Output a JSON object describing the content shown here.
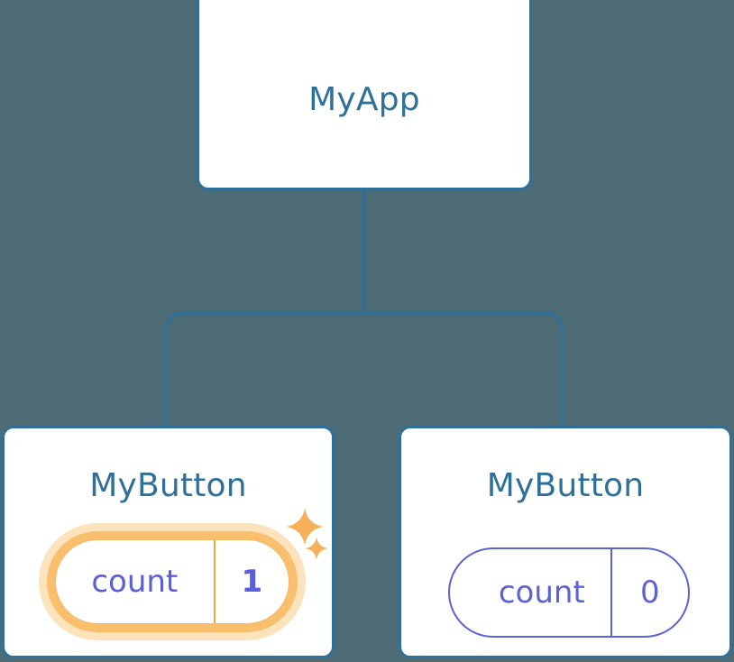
{
  "diagram": {
    "type": "component-tree",
    "background_color": "#4d6b74",
    "node_border_color": "#2e7099",
    "node_fill_color": "#ffffff",
    "title_color": "#2e7099",
    "prop_color": "#5b63d3",
    "highlight_color": "#f3a63f",
    "highlight_glow_color": "#fce3bc",
    "sparkle_color": "#f7b05a"
  },
  "root": {
    "title": "MyApp"
  },
  "children": [
    {
      "title": "MyButton",
      "prop_key": "count",
      "prop_value": "1",
      "highlighted": "true",
      "sparkles": "2"
    },
    {
      "title": "MyButton",
      "prop_key": "count",
      "prop_value": "0",
      "highlighted": "false",
      "sparkles": "0"
    }
  ],
  "connectors": {
    "style": "orthogonal-rounded",
    "color": "#2e7099"
  }
}
